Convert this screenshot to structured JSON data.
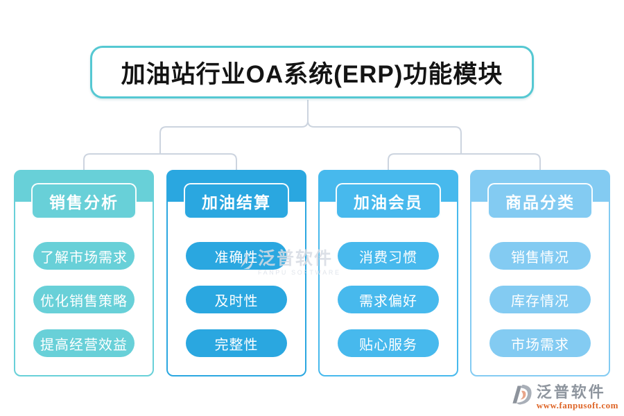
{
  "title": "加油站行业OA系统(ERP)功能模块",
  "columns": [
    {
      "header": "销售分析",
      "color": "#68d0d8",
      "items": [
        "了解市场需求",
        "优化销售策略",
        "提高经营效益"
      ]
    },
    {
      "header": "加油结算",
      "color": "#2aa7e0",
      "items": [
        "准确性",
        "及时性",
        "完整性"
      ]
    },
    {
      "header": "加油会员",
      "color": "#47b9ed",
      "items": [
        "消费习惯",
        "需求偏好",
        "贴心服务"
      ]
    },
    {
      "header": "商品分类",
      "color": "#83cbf2",
      "items": [
        "销售情况",
        "库存情况",
        "市场需求"
      ]
    }
  ],
  "watermark": {
    "name": "泛普软件",
    "subtitle": "FANPU SOFTWARE"
  },
  "footer": {
    "brand": "泛普软件",
    "url": "www.fanpusoft.com"
  },
  "colors": {
    "title_border": "#55c8d2",
    "connector": "#ccd4df",
    "col_teal": "#68d0d8",
    "col_blue": "#2aa7e0",
    "col_medium_blue": "#47b9ed",
    "col_light_blue": "#83cbf2"
  }
}
